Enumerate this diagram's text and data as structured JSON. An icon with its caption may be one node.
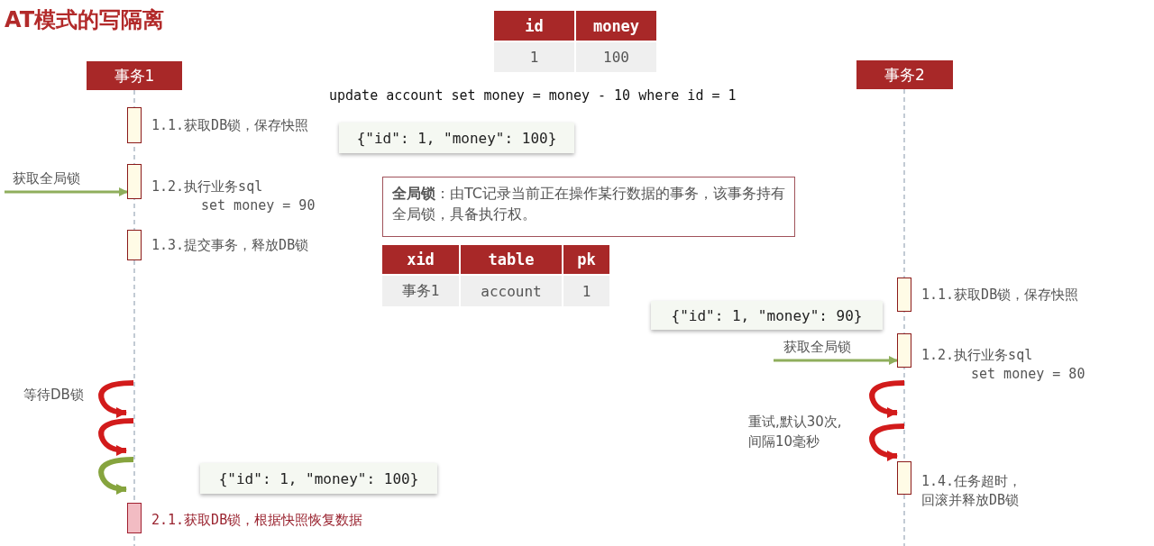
{
  "diagram": {
    "title": "AT模式的写隔离",
    "nodes": [
      {
        "text": [
          "事务1"
        ]
      },
      {
        "text": [
          "事务2"
        ]
      },
      {
        "text": [],
        "shape": "bar",
        "beside": [
          "1.1.获取DB锁，保存快照"
        ]
      },
      {
        "text": [],
        "shape": "bar",
        "beside": [
          "1.2.执行业务sql",
          "set money = 90"
        ]
      },
      {
        "text": [],
        "shape": "bar",
        "beside": [
          "1.3.提交事务，释放DB锁"
        ]
      },
      {
        "text": [],
        "shape": "bar",
        "beside": [
          "2.1.获取DB锁，根据快照恢复数据"
        ]
      },
      {
        "text": [],
        "shape": "bar",
        "beside": [
          "1.1.获取DB锁，保存快照"
        ]
      },
      {
        "text": [],
        "shape": "bar",
        "beside": [
          "1.2.执行业务sql",
          "set money = 80"
        ]
      },
      {
        "text": [],
        "shape": "bar",
        "beside": [
          "1.4.任务超时，回滚并释放DB锁"
        ]
      },
      {
        "text": [
          "{\"id\": 1, \"money\": 100}"
        ]
      },
      {
        "text": [
          "**全局锁**：由TC记录当前正在操作某行数据的事务，该事务持有全局锁，具备执行权。"
        ]
      },
      {
        "text": [
          "{\"id\": 1, \"money\": 90}"
        ]
      },
      {
        "text": [
          "{\"id\": 1, \"money\": 100}"
        ]
      }
    ],
    "edges": [
      {
        "from": null,
        "to": 3,
        "arrow": "to",
        "label": "获取全局锁",
        "color": "#8fae5c"
      },
      {
        "from": null,
        "to": 7,
        "arrow": "to",
        "label": "获取全局锁",
        "color": "#8fae5c"
      }
    ],
    "labels": [
      "id",
      "money",
      "1",
      "100",
      "update account set money = money - 10 where id = 1",
      "xid",
      "table",
      "pk",
      "事务1",
      "account",
      "1",
      "等待DB锁",
      "重试,默认30次, 间隔10毫秒"
    ]
  }
}
